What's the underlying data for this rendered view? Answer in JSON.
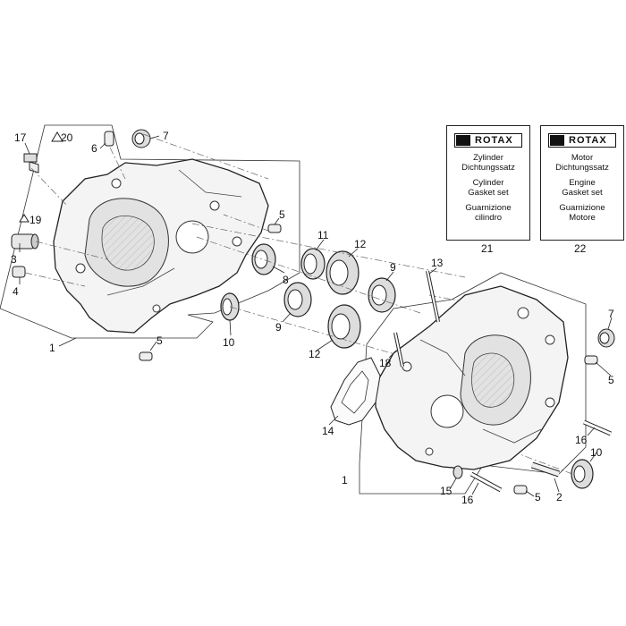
{
  "callouts": {
    "n1_left": "1",
    "n3": "3",
    "n4": "4",
    "n5_a": "5",
    "n5_b": "5",
    "n6": "6",
    "n7_top": "7",
    "n8": "8",
    "n9_a": "9",
    "n9_b": "9",
    "n10_a": "10",
    "n11": "11",
    "n12_a": "12",
    "n12_b": "12",
    "n13": "13",
    "n14": "14",
    "n15": "15",
    "n16_a": "16",
    "n16_b": "16",
    "n17": "17",
    "n18": "18",
    "n19": "19",
    "n20": "20",
    "n7_right": "7",
    "n5_right": "5",
    "n10_b": "10",
    "n2": "2",
    "n5_c": "5",
    "n1_right": "1"
  },
  "kits": [
    {
      "brand": "ROTAX",
      "line1": "Zylinder",
      "line2": "Dichtungssatz",
      "line3": "Cylinder",
      "line4": "Gasket set",
      "line5": "Guarnizione",
      "line6": "cilindro",
      "number": "21"
    },
    {
      "brand": "ROTAX",
      "line1": "Motor",
      "line2": "Dichtungssatz",
      "line3": "Engine",
      "line4": "Gasket set",
      "line5": "Guarnizione",
      "line6": "Motore",
      "number": "22"
    }
  ]
}
